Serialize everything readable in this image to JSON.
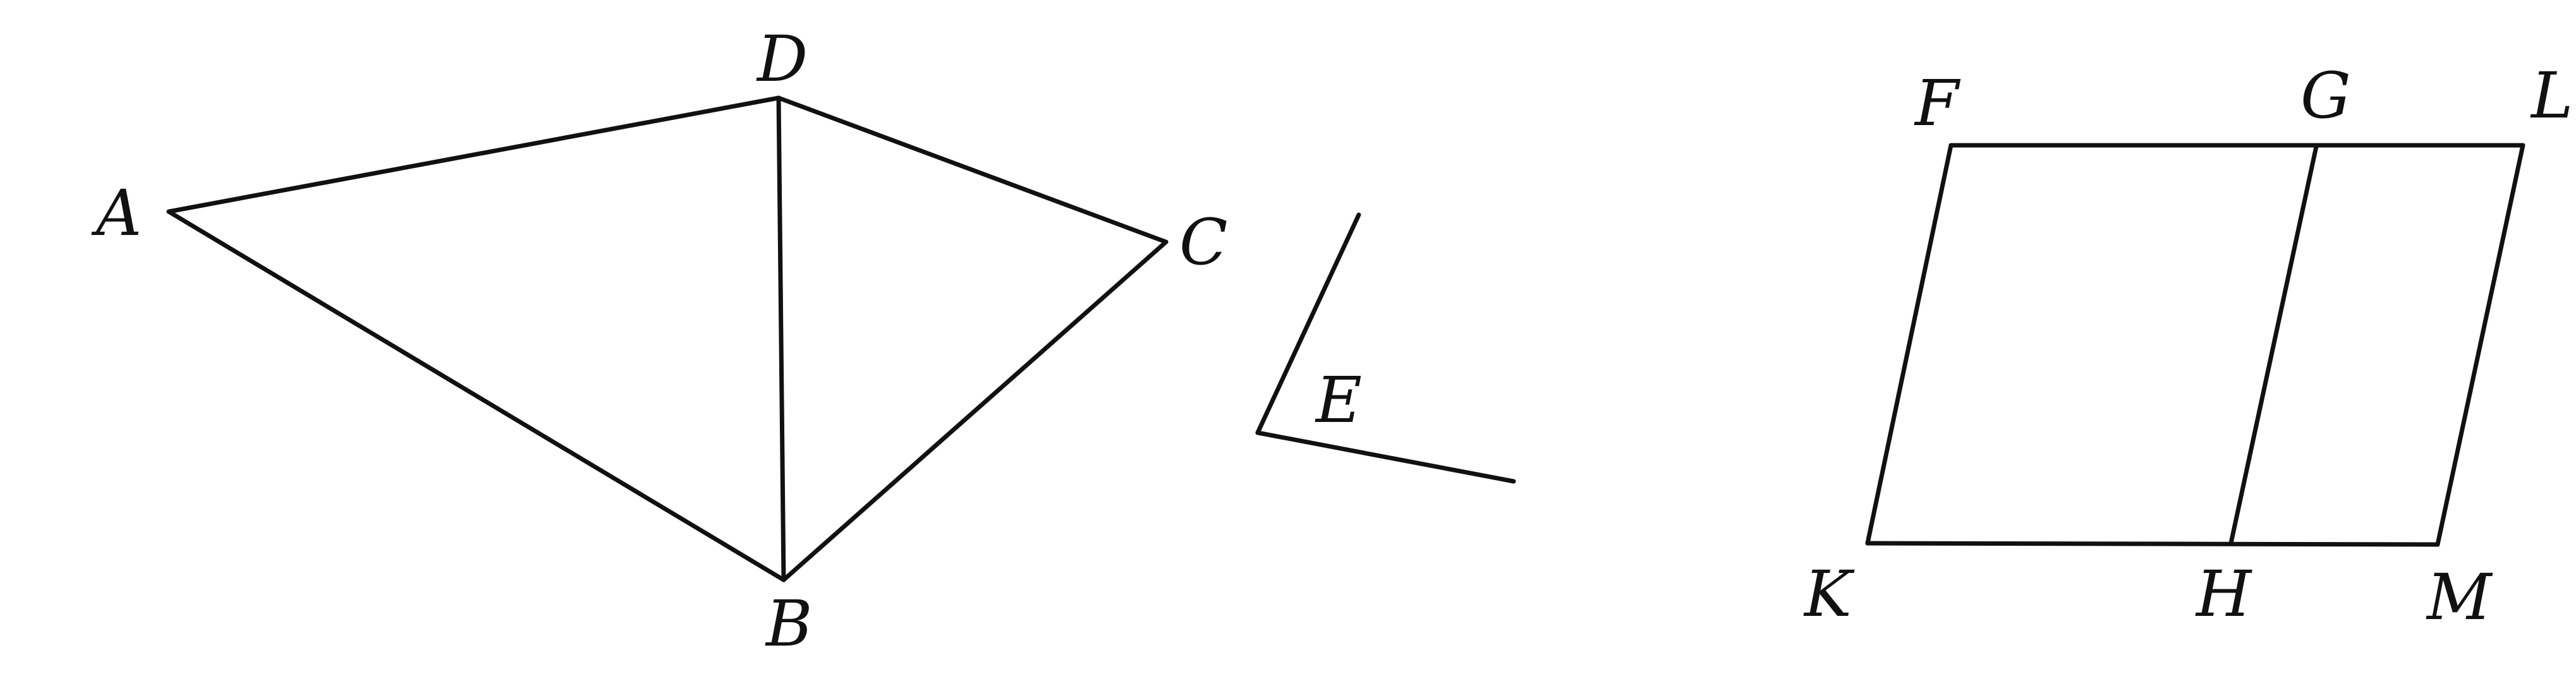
{
  "diagram": {
    "ink_color": "#111111",
    "background_color": "#ffffff",
    "figure_left": {
      "labels": {
        "A": "A",
        "B": "B",
        "C": "C",
        "D": "D",
        "E": "E"
      }
    },
    "figure_right": {
      "labels": {
        "F": "F",
        "G": "G",
        "L": "L",
        "K": "K",
        "H": "H",
        "M": "M"
      }
    }
  }
}
